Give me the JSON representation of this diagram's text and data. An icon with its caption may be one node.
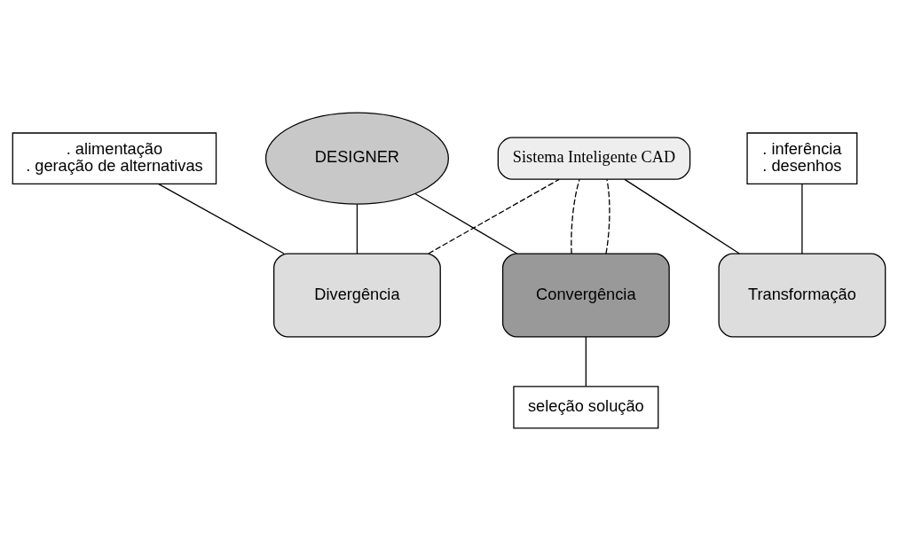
{
  "diagram": {
    "nodes": [
      {
        "text": [
          "DESIGNER"
        ]
      },
      {
        "text": [
          "Sistema Inteligente CAD"
        ]
      },
      {
        "text": [
          ". alimentação",
          ". geração de alternativas"
        ]
      },
      {
        "text": [
          "Divergência"
        ]
      },
      {
        "text": [
          ". inferência",
          ". desenhos"
        ]
      },
      {
        "text": [
          "Transformação"
        ]
      },
      {
        "text": [
          "Convergência"
        ]
      },
      {
        "text": [
          "seleção solução"
        ]
      }
    ],
    "edges": [
      {
        "from": 0,
        "to": 3,
        "arrow": "none"
      },
      {
        "from": 0,
        "to": 6,
        "arrow": "none"
      },
      {
        "from": 1,
        "to": 5,
        "arrow": "none"
      },
      {
        "from": 3,
        "to": 1,
        "arrow": "none",
        "style": "dashed"
      },
      {
        "from": 6,
        "to": 1,
        "arrow": "none",
        "style": "dashed"
      },
      {
        "from": 6,
        "to": 1,
        "arrow": "none",
        "style": "dashed"
      },
      {
        "from": 2,
        "to": 3,
        "arrow": "none"
      },
      {
        "from": 4,
        "to": 5,
        "arrow": "none"
      },
      {
        "from": 6,
        "to": 7,
        "arrow": "none"
      }
    ]
  }
}
